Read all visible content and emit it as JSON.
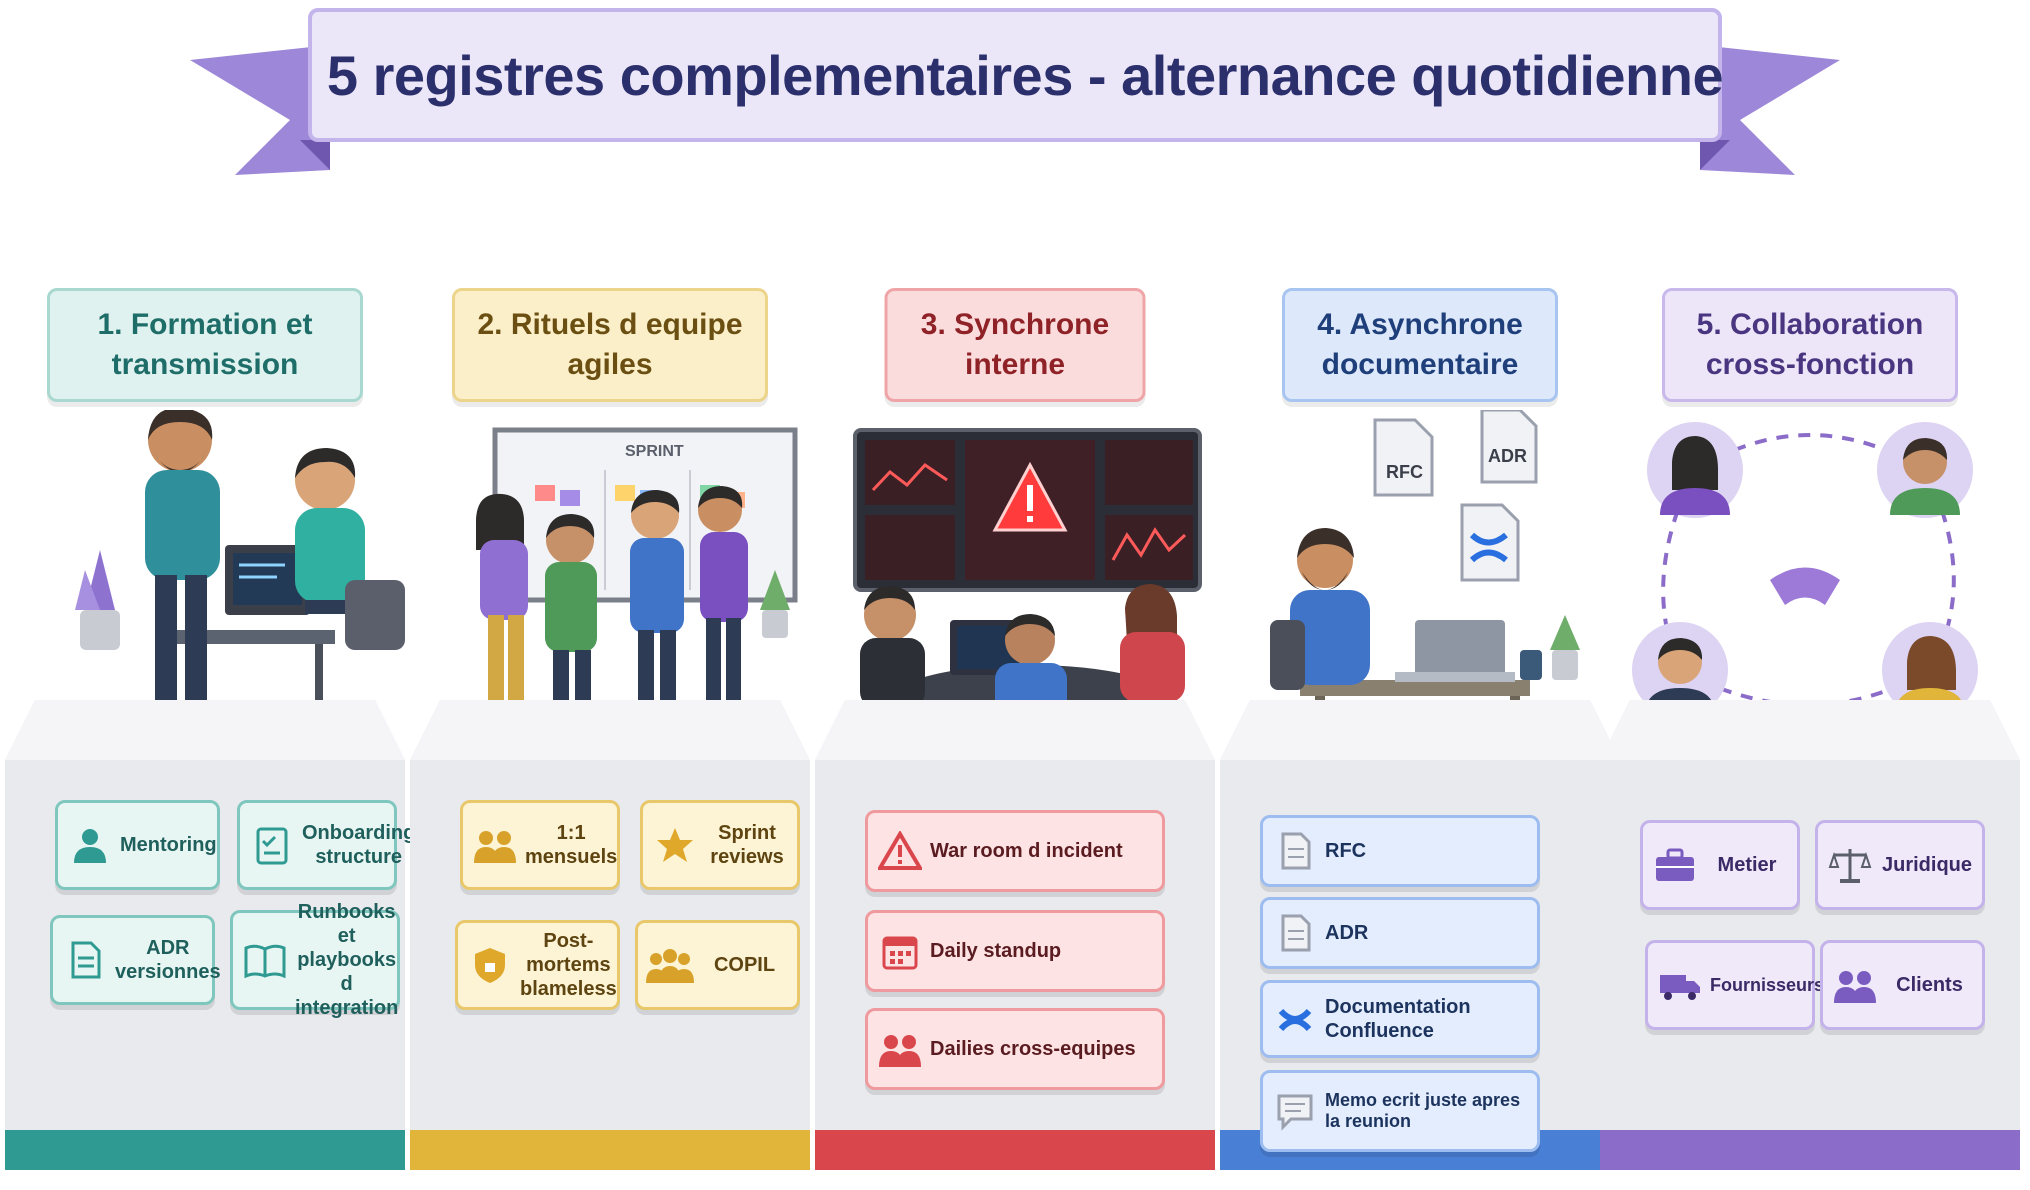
{
  "title": "5 registres complementaires - alternance quotidienne",
  "scene_labels": {
    "sprint_board": "SPRINT",
    "doc_rfc": "RFC",
    "doc_adr": "ADR"
  },
  "colors": {
    "teal": "#2f9a92",
    "yellow": "#e0b53a",
    "red": "#d9474d",
    "blue": "#4a7fd6",
    "purple": "#8b6cc8",
    "banner": "#b6a4e6"
  },
  "columns": [
    {
      "title": "1. Formation et transmission",
      "items": [
        {
          "label": "Mentoring",
          "icon": "mentor-icon"
        },
        {
          "label": "Onboarding structure",
          "icon": "checklist-icon"
        },
        {
          "label": "ADR versionnes",
          "icon": "document-icon"
        },
        {
          "label": "Runbooks et playbooks d integration",
          "icon": "book-icon"
        }
      ]
    },
    {
      "title": "2. Rituels d equipe agiles",
      "items": [
        {
          "label": "1:1 mensuels",
          "icon": "pair-icon"
        },
        {
          "label": "Sprint reviews",
          "icon": "star-icon"
        },
        {
          "label": "Post-mortems blameless",
          "icon": "shield-icon"
        },
        {
          "label": "COPIL",
          "icon": "group-icon"
        }
      ]
    },
    {
      "title": "3. Synchrone interne",
      "items": [
        {
          "label": "War room d incident",
          "icon": "warning-icon"
        },
        {
          "label": "Daily standup",
          "icon": "calendar-icon"
        },
        {
          "label": "Dailies cross-equipes",
          "icon": "people-icon"
        }
      ]
    },
    {
      "title": "4. Asynchrone documentaire",
      "items": [
        {
          "label": "RFC",
          "icon": "file-icon"
        },
        {
          "label": "ADR",
          "icon": "file-icon"
        },
        {
          "label": "Documentation Confluence",
          "icon": "confluence-icon"
        },
        {
          "label": "Memo ecrit juste apres la reunion",
          "icon": "memo-icon"
        }
      ]
    },
    {
      "title": "5. Collaboration cross-fonction",
      "items": [
        {
          "label": "Metier",
          "icon": "briefcase-icon"
        },
        {
          "label": "Juridique",
          "icon": "scales-icon"
        },
        {
          "label": "Fournisseurs",
          "icon": "truck-icon"
        },
        {
          "label": "Clients",
          "icon": "clients-icon"
        }
      ]
    }
  ]
}
